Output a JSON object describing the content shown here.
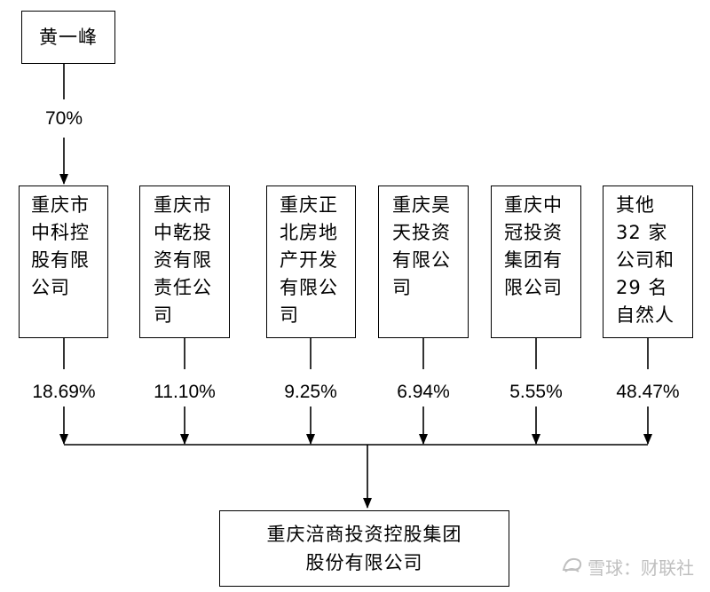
{
  "top_holder": {
    "name": "黄一峰",
    "pct": "70%"
  },
  "shareholders": [
    {
      "name": "重庆市\n中科控\n股有限\n公司",
      "pct": "18.69%"
    },
    {
      "name": "重庆市\n中乾投\n资有限\n责任公\n司",
      "pct": "11.10%"
    },
    {
      "name": "重庆正\n北房地\n产开发\n有限公\n司",
      "pct": "9.25%"
    },
    {
      "name": "重庆昊\n天投资\n有限公\n司",
      "pct": "6.94%"
    },
    {
      "name": "重庆中\n冠投资\n集团有\n限公司",
      "pct": "5.55%"
    },
    {
      "name": "其他\n32 家\n公司和\n29 名\n自然人",
      "pct": "48.47%"
    }
  ],
  "target": {
    "name": "重庆涪商投资控股集团\n股份有限公司"
  },
  "watermark": {
    "icon": "snowball-logo-icon",
    "text": "雪球：财联社"
  }
}
